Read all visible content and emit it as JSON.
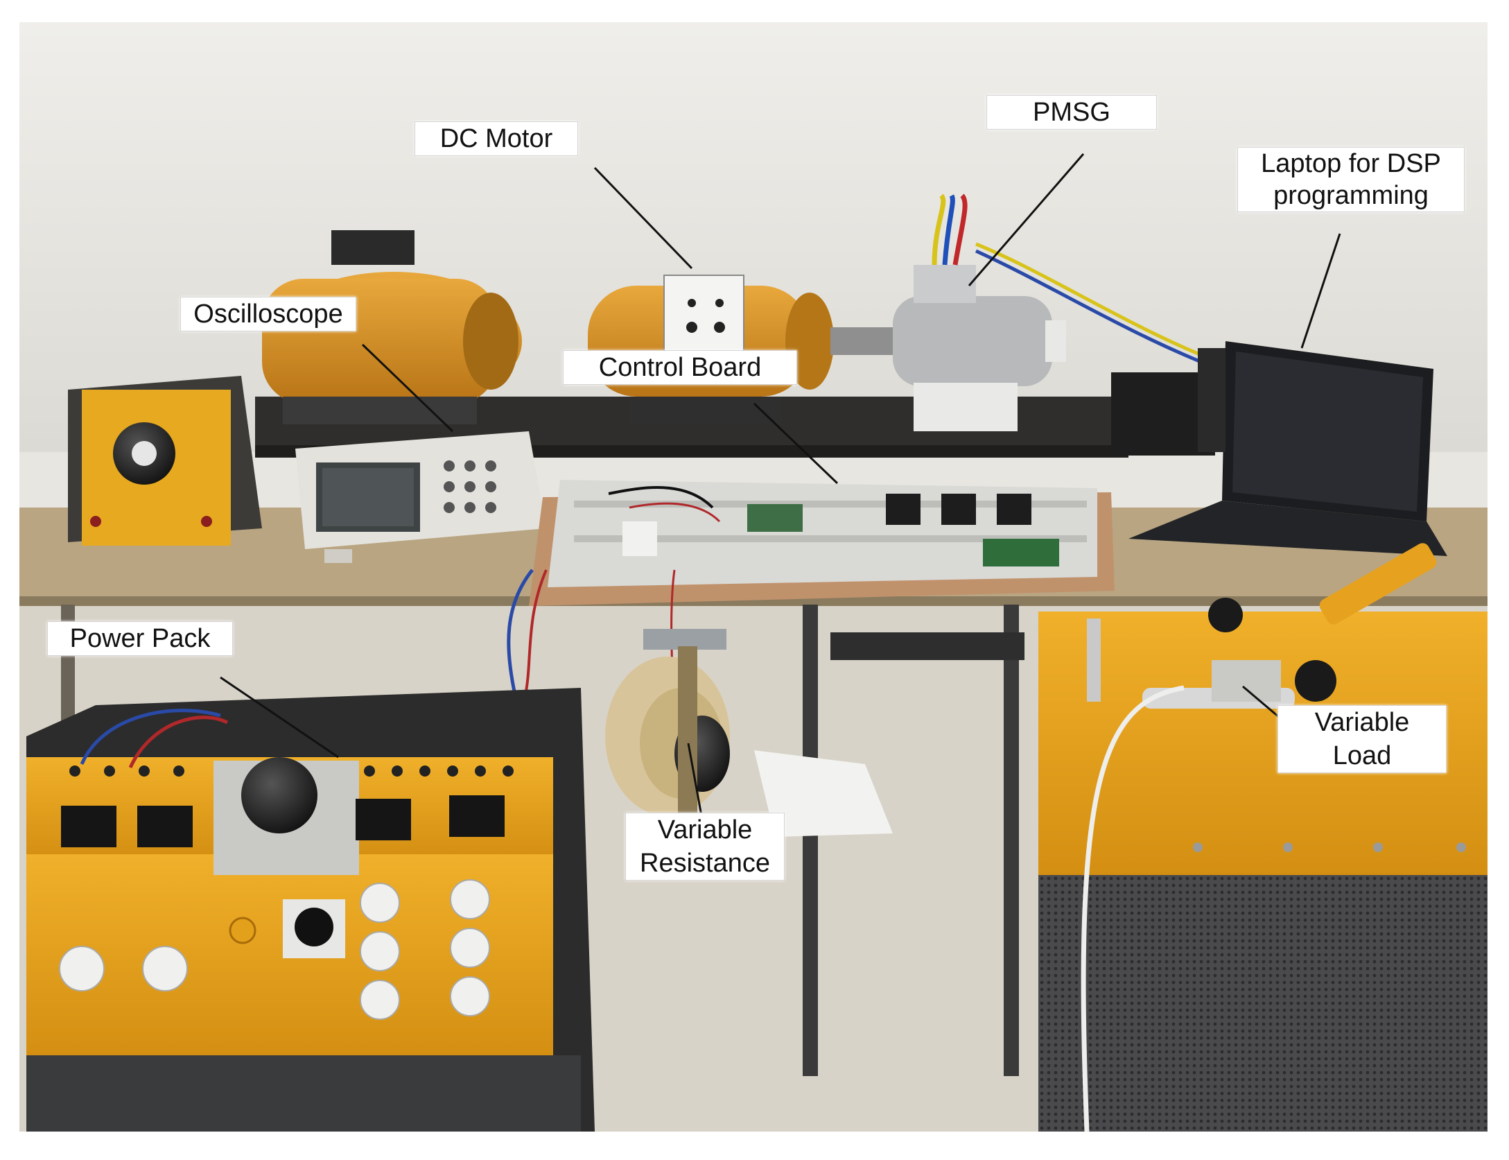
{
  "labels": {
    "dc_motor": "DC Motor",
    "pmsg": "PMSG",
    "laptop": [
      "Laptop for DSP",
      "programming"
    ],
    "oscilloscope": "Oscilloscope",
    "control_board": "Control Board",
    "power_pack": "Power Pack",
    "variable_resistance": [
      "Variable",
      "Resistance"
    ],
    "variable_load": [
      "Variable",
      "Load"
    ]
  },
  "colors": {
    "wall": "#e8e6e1",
    "machine_orange": "#d9962a",
    "panel_yellow": "#e3a21a",
    "table_wood": "#b8a07a",
    "dark_metal": "#3b3b3d",
    "label_bg": "#ffffff",
    "arrow": "#111111"
  }
}
